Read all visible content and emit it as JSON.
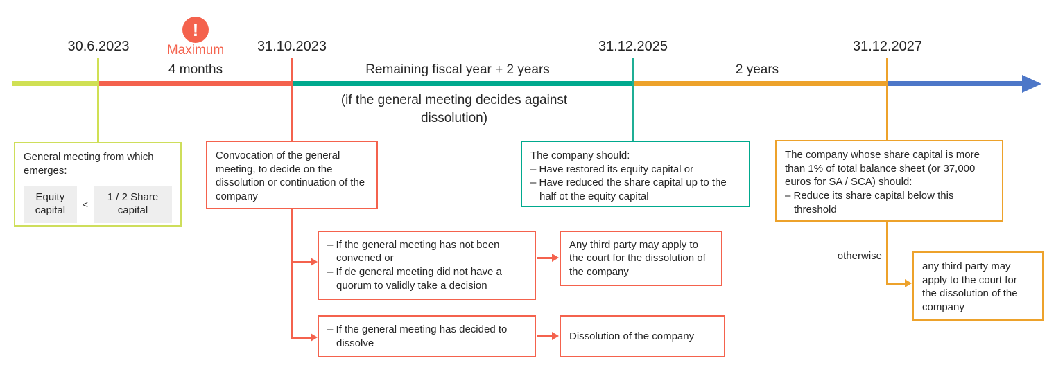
{
  "colors": {
    "green": "#d0e054",
    "salmon": "#f4624d",
    "teal": "#00a98e",
    "orange": "#eda22b",
    "blue": "#4d77c8",
    "text": "#262626",
    "chip_background": "#eeeeee"
  },
  "timeline": {
    "dates": [
      "30.6.2023",
      "31.10.2023",
      "31.12.2025",
      "31.12.2027"
    ],
    "alert": {
      "glyph": "!",
      "label": "Maximum"
    },
    "labels": {
      "four_months": "4 months",
      "remaining": "Remaining fiscal year + 2 years",
      "condition": "(if the general meeting decides against dissolution)",
      "two_years": "2 years"
    }
  },
  "boxes": {
    "general_meeting": {
      "title": "General meeting from which emerges:",
      "left_chip": "Equity capital",
      "operator": "<",
      "right_chip": "1 / 2 Share capital"
    },
    "convocation": {
      "text": "Convocation of the general meeting, to decide on the dissolution or continuation of the company"
    },
    "company_should": {
      "title": "The company should:",
      "bullets": [
        "– Have restored its equity capital or",
        "– Have reduced the share capital up to the half ot the equity capital"
      ]
    },
    "share_capital_threshold": {
      "title": "The company whose share capital is more than 1% of total balance sheet (or 37,000 euros for SA / SCA) should:",
      "bullets": [
        "– Reduce its share capital below this threshold"
      ]
    },
    "not_convened": {
      "bullets": [
        "– If the general meeting has not been convened or",
        "– If de general meeting did not have a quorum to validly take a decision"
      ]
    },
    "third_party_apply": {
      "text": "Any third party may apply to the court for the dissolution of the company"
    },
    "decided_to_dissolve": {
      "bullets": [
        "– If the general meeting has decided to dissolve"
      ]
    },
    "dissolution": {
      "text": "Dissolution of the company"
    },
    "otherwise_label": "otherwise",
    "third_party_apply_lower": {
      "text": "any third party may apply to the court for the dissolution of the company"
    }
  }
}
